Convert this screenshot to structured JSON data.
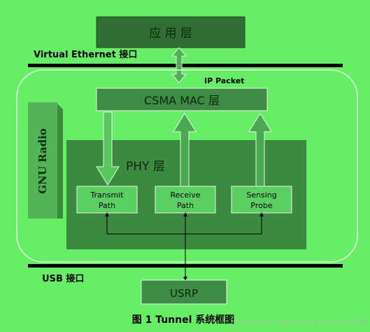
{
  "colors": {
    "background": "#66ee66",
    "dark_box": "#2f6f34",
    "mid_box": "#3e8c43",
    "light_box": "#52b357",
    "phy_box": "#3b8a40",
    "path_box": "#5ccf62",
    "outline": "#e8f5e8",
    "line": "#000000",
    "watermark": "#aaaaaa"
  },
  "diagram": {
    "app_layer": "应 用 层",
    "virtual_ethernet": "Virtual Ethernet  接口",
    "ip_packet": "IP Packet",
    "csma_mac": "CSMA MAC  层",
    "gnu_radio": "GNU Radio",
    "phy_layer": "PHY 层",
    "transmit": [
      "Transmit",
      "Path"
    ],
    "receive": [
      "Receive",
      "Path"
    ],
    "sensing": [
      "Sensing",
      "Probe"
    ],
    "usb": "USB  接口",
    "usrp": "USRP",
    "caption": "图 1 Tunnel 系统框图",
    "watermark": "https://blog.csdn.net/yuan1164345228"
  }
}
